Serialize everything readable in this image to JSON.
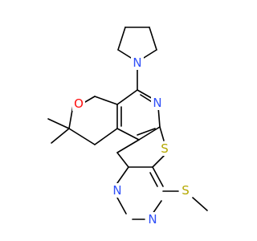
{
  "molecule": {
    "atoms": {
      "n_pyrrolidine": {
        "symbol": "N",
        "color": "#3050f8"
      },
      "o_pyran": {
        "symbol": "O",
        "color": "#ff0d0d"
      },
      "n_pyridine": {
        "symbol": "N",
        "color": "#3050f8"
      },
      "s_thiophene": {
        "symbol": "S",
        "color": "#b5a800"
      },
      "n_pyrimidine_1": {
        "symbol": "N",
        "color": "#3050f8"
      },
      "n_pyrimidine_2": {
        "symbol": "N",
        "color": "#3050f8"
      },
      "s_thioether": {
        "symbol": "S",
        "color": "#b5a800"
      }
    },
    "colors": {
      "carbon_bond": "#000000",
      "nitrogen": "#3050f8",
      "oxygen": "#ff0d0d",
      "sulfur": "#b5a800",
      "background": "#ffffff"
    }
  }
}
